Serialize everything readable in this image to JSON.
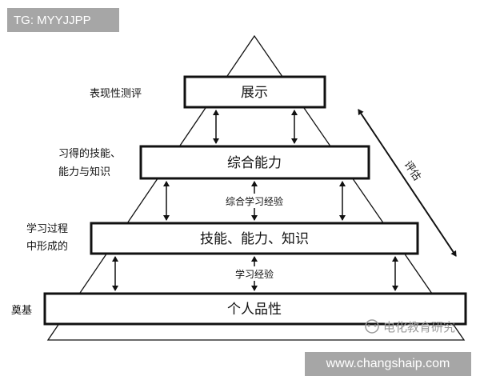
{
  "tag": "TG: MYYJJPP",
  "url": "www.changshaip.com",
  "watermark": "电化教育研究",
  "boxes": {
    "display": "展示",
    "comprehensive": "综合能力",
    "skills": "技能、能力、知识",
    "personal": "个人品性"
  },
  "side_labels": {
    "perf_eval": "表现性测评",
    "acquired_line1": "习得的技能、",
    "acquired_line2": "能力与知识",
    "formed_line1": "学习过程",
    "formed_line2": "中形成的",
    "foundation": "奠基"
  },
  "mid_labels": {
    "comp_learning": "综合学习经验",
    "learning": "学习经验"
  },
  "evaluation": "评估",
  "colors": {
    "stroke": "#111111",
    "badge_bg": "#a6a6a6",
    "badge_text": "#ffffff",
    "watermark": "#9a9a9a"
  }
}
